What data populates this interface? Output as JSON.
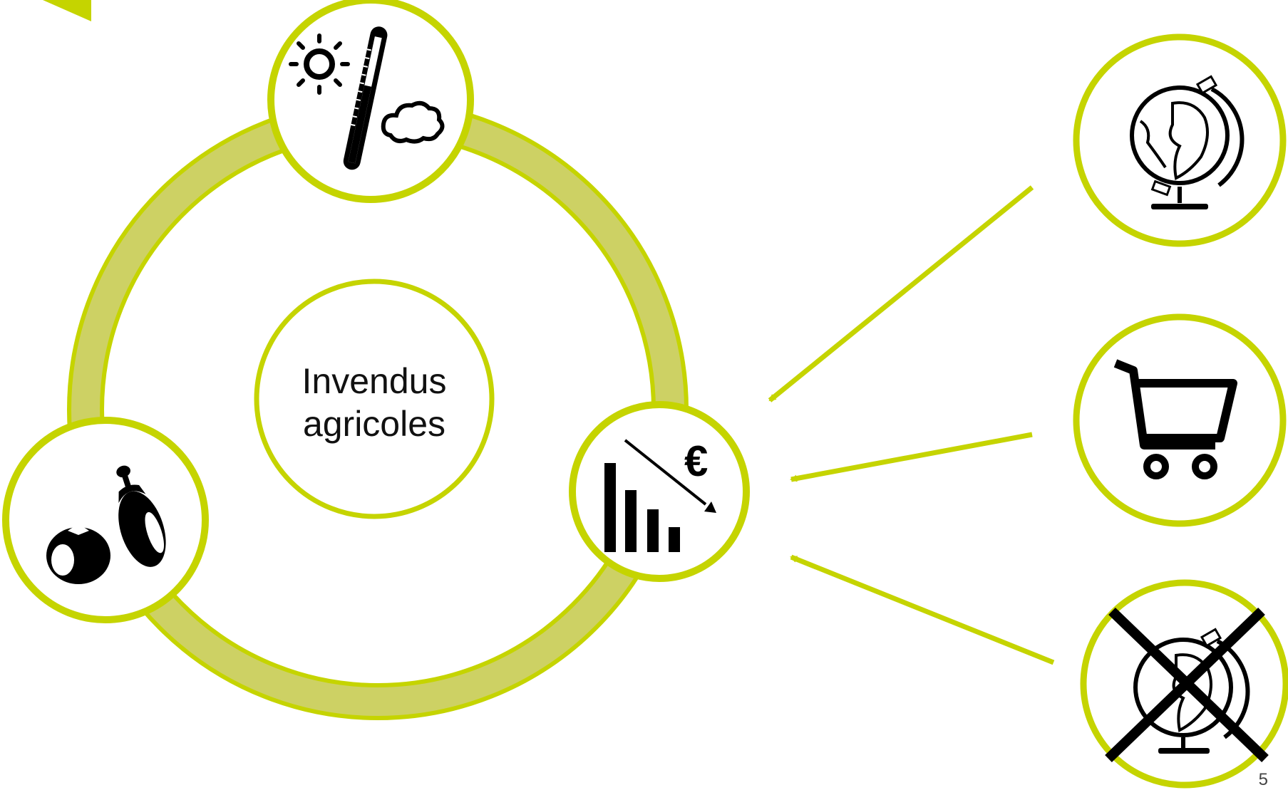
{
  "slide": {
    "center_label_line1": "Invendus",
    "center_label_line2": "agricoles",
    "page_number": "5"
  },
  "icons": {
    "weather": "thermometer-sun-cloud-icon",
    "produce": "tomato-eggplant-icon",
    "price_drop": "falling-price-euro-chart-icon",
    "globe": "globe-icon",
    "cart": "shopping-cart-icon",
    "no_globe": "crossed-out-globe-icon"
  },
  "colors": {
    "accent": "#c5d400",
    "ring": "#cdd164",
    "ring_edge": "#c5d400",
    "icon": "#000000"
  }
}
